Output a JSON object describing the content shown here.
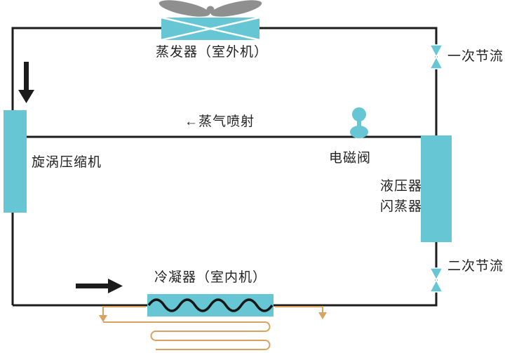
{
  "colors": {
    "component": "#67c6d4",
    "pipe": "#1c1c1c",
    "fan": "#8f8f8f",
    "coil": "#d9a25f",
    "text": "#232323"
  },
  "labels": {
    "evaporator": "蒸发器（室外机）",
    "primary_throttle": "一次节流",
    "compressor": "旋涡压缩机",
    "vapor_injection": "←蒸气喷射",
    "solenoid_valve": "电磁阀",
    "flash_tank_line1": "液压器",
    "flash_tank_line2": "闪蒸器",
    "secondary_throttle": "二次节流",
    "condenser": "冷凝器（室内机）"
  }
}
